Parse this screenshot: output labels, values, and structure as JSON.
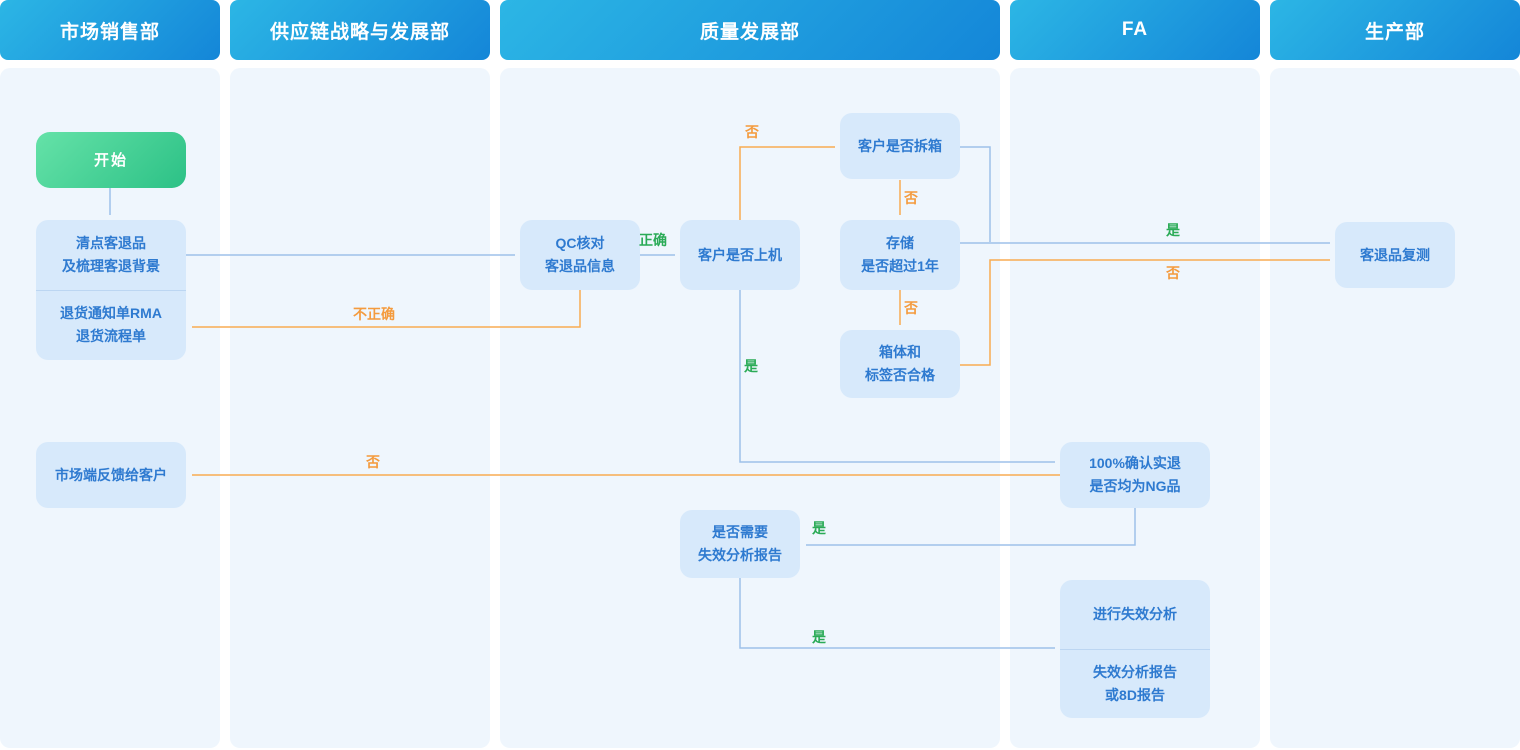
{
  "lanes": [
    {
      "label": "市场销售部"
    },
    {
      "label": "供应链战略与发展部"
    },
    {
      "label": "质量发展部"
    },
    {
      "label": "FA"
    },
    {
      "label": "生产部"
    }
  ],
  "nodes": {
    "start": {
      "label": "开始"
    },
    "count_returns": {
      "line1": "清点客退品",
      "line2": "及梳理客退背景"
    },
    "rma_doc": {
      "line1": "退货通知单RMA",
      "line2": "退货流程单"
    },
    "qc_check": {
      "line1": "QC核对",
      "line2": "客退品信息"
    },
    "customer_on_machine": {
      "label": "客户是否上机"
    },
    "customer_unboxed": {
      "label": "客户是否拆箱"
    },
    "storage_over_1y": {
      "line1": "存储",
      "line2": "是否超过1年"
    },
    "box_label_ok": {
      "line1": "箱体和",
      "line2": "标签否合格"
    },
    "market_feedback": {
      "label": "市场端反馈给客户"
    },
    "ng_confirm": {
      "line1": "100%确认实退",
      "line2": "是否均为NG品"
    },
    "need_fa_report": {
      "line1": "是否需要",
      "line2": "失效分析报告"
    },
    "do_fa": {
      "label": "进行失效分析"
    },
    "fa_report": {
      "line1": "失效分析报告",
      "line2": "或8D报告"
    },
    "retest": {
      "label": "客退品复测"
    }
  },
  "edge_labels": {
    "correct": "正确",
    "incorrect": "不正确",
    "yes": "是",
    "no": "否"
  },
  "colors": {
    "header_gradient_start": "#2cb6e5",
    "header_gradient_end": "#1486d8",
    "lane_background": "#eff6fd",
    "node_fill": "#d7e9fb",
    "node_text": "#2e7ad0",
    "start_gradient_start": "#65e2a8",
    "start_gradient_end": "#2cc186",
    "edge_blue": "#9dc1ea",
    "edge_orange": "#f8ab52",
    "label_green": "#2bab57",
    "label_orange": "#f49b3e"
  }
}
